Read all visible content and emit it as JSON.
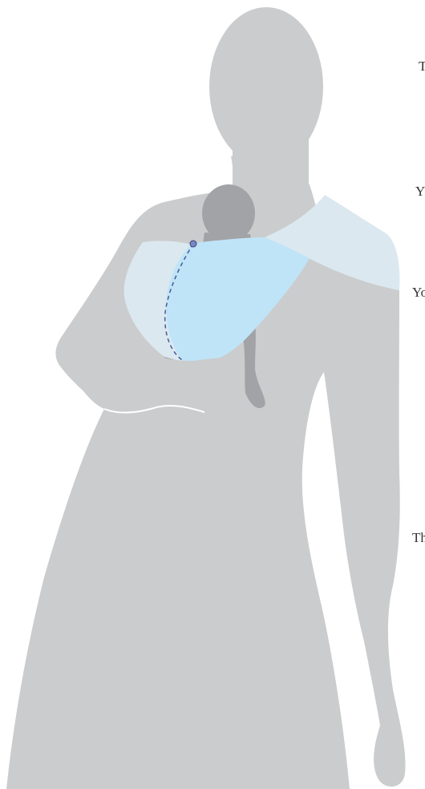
{
  "annotations": [
    {
      "id": "t1",
      "text": "T"
    },
    {
      "id": "t2",
      "text": "Y"
    },
    {
      "id": "t3",
      "text": "Yo"
    },
    {
      "id": "t4",
      "text": "Th"
    }
  ],
  "colors": {
    "body": "#cbcccd",
    "baby": "#a2a3a6",
    "sling_light": "#dbe8ef",
    "sling_pouch": "#bfe4f7",
    "guide_line": "#4a5a9a",
    "guide_dot": "#7a86c4",
    "arm_outline": "#ffffff"
  },
  "icons": {
    "figure": "person-wearing-ring-sling-with-baby-illustration"
  }
}
